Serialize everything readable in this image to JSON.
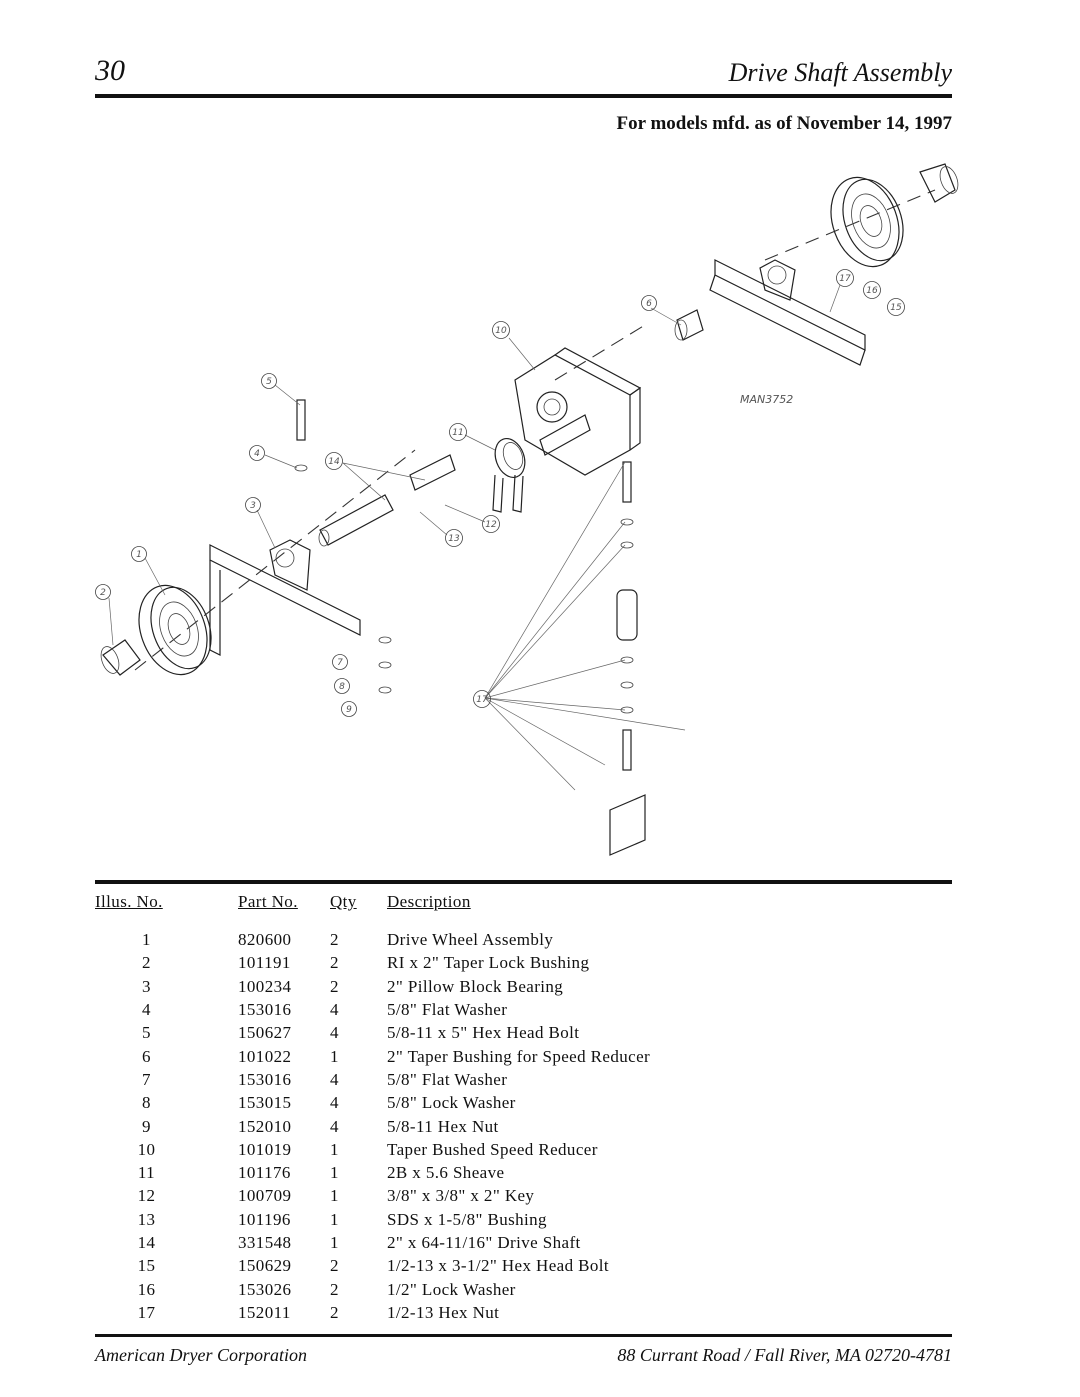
{
  "header": {
    "page_number": "30",
    "title": "Drive Shaft Assembly",
    "subtitle": "For models mfd. as of November 14, 1997"
  },
  "diagram": {
    "drawing_code": "MAN3752",
    "callouts": [
      "1",
      "2",
      "3",
      "4",
      "5",
      "6",
      "7",
      "8",
      "9",
      "10",
      "11",
      "12",
      "13",
      "14",
      "15",
      "16",
      "17"
    ]
  },
  "parts_table": {
    "headers": {
      "illus": "Illus. No.",
      "part": "Part No.",
      "qty": "Qty",
      "desc": "Description"
    },
    "rows": [
      {
        "illus": "1",
        "part": "820600",
        "qty": "2",
        "desc": "Drive Wheel Assembly"
      },
      {
        "illus": "2",
        "part": "101191",
        "qty": "2",
        "desc": "RI x 2\" Taper Lock Bushing"
      },
      {
        "illus": "3",
        "part": "100234",
        "qty": "2",
        "desc": "2\" Pillow Block Bearing"
      },
      {
        "illus": "4",
        "part": "153016",
        "qty": "4",
        "desc": "5/8\" Flat Washer"
      },
      {
        "illus": "5",
        "part": "150627",
        "qty": "4",
        "desc": "5/8-11 x 5\" Hex Head Bolt"
      },
      {
        "illus": "6",
        "part": "101022",
        "qty": "1",
        "desc": "2\" Taper Bushing for Speed Reducer"
      },
      {
        "illus": "7",
        "part": "153016",
        "qty": "4",
        "desc": "5/8\" Flat Washer"
      },
      {
        "illus": "8",
        "part": "153015",
        "qty": "4",
        "desc": "5/8\" Lock Washer"
      },
      {
        "illus": "9",
        "part": "152010",
        "qty": "4",
        "desc": "5/8-11 Hex Nut"
      },
      {
        "illus": "10",
        "part": "101019",
        "qty": "1",
        "desc": "Taper Bushed Speed Reducer"
      },
      {
        "illus": "11",
        "part": "101176",
        "qty": "1",
        "desc": "2B x 5.6 Sheave"
      },
      {
        "illus": "12",
        "part": "100709",
        "qty": "1",
        "desc": "3/8\" x 3/8\" x 2\" Key"
      },
      {
        "illus": "13",
        "part": "101196",
        "qty": "1",
        "desc": "SDS x 1-5/8\" Bushing"
      },
      {
        "illus": "14",
        "part": "331548",
        "qty": "1",
        "desc": "2\" x 64-11/16\" Drive Shaft"
      },
      {
        "illus": "15",
        "part": "150629",
        "qty": "2",
        "desc": "1/2-13 x 3-1/2\" Hex Head Bolt"
      },
      {
        "illus": "16",
        "part": "153026",
        "qty": "2",
        "desc": "1/2\" Lock Washer"
      },
      {
        "illus": "17",
        "part": "152011",
        "qty": "2",
        "desc": "1/2-13 Hex Nut"
      }
    ]
  },
  "footer": {
    "company": "American Dryer Corporation",
    "address": "88 Currant Road  /  Fall River, MA 02720-4781"
  }
}
